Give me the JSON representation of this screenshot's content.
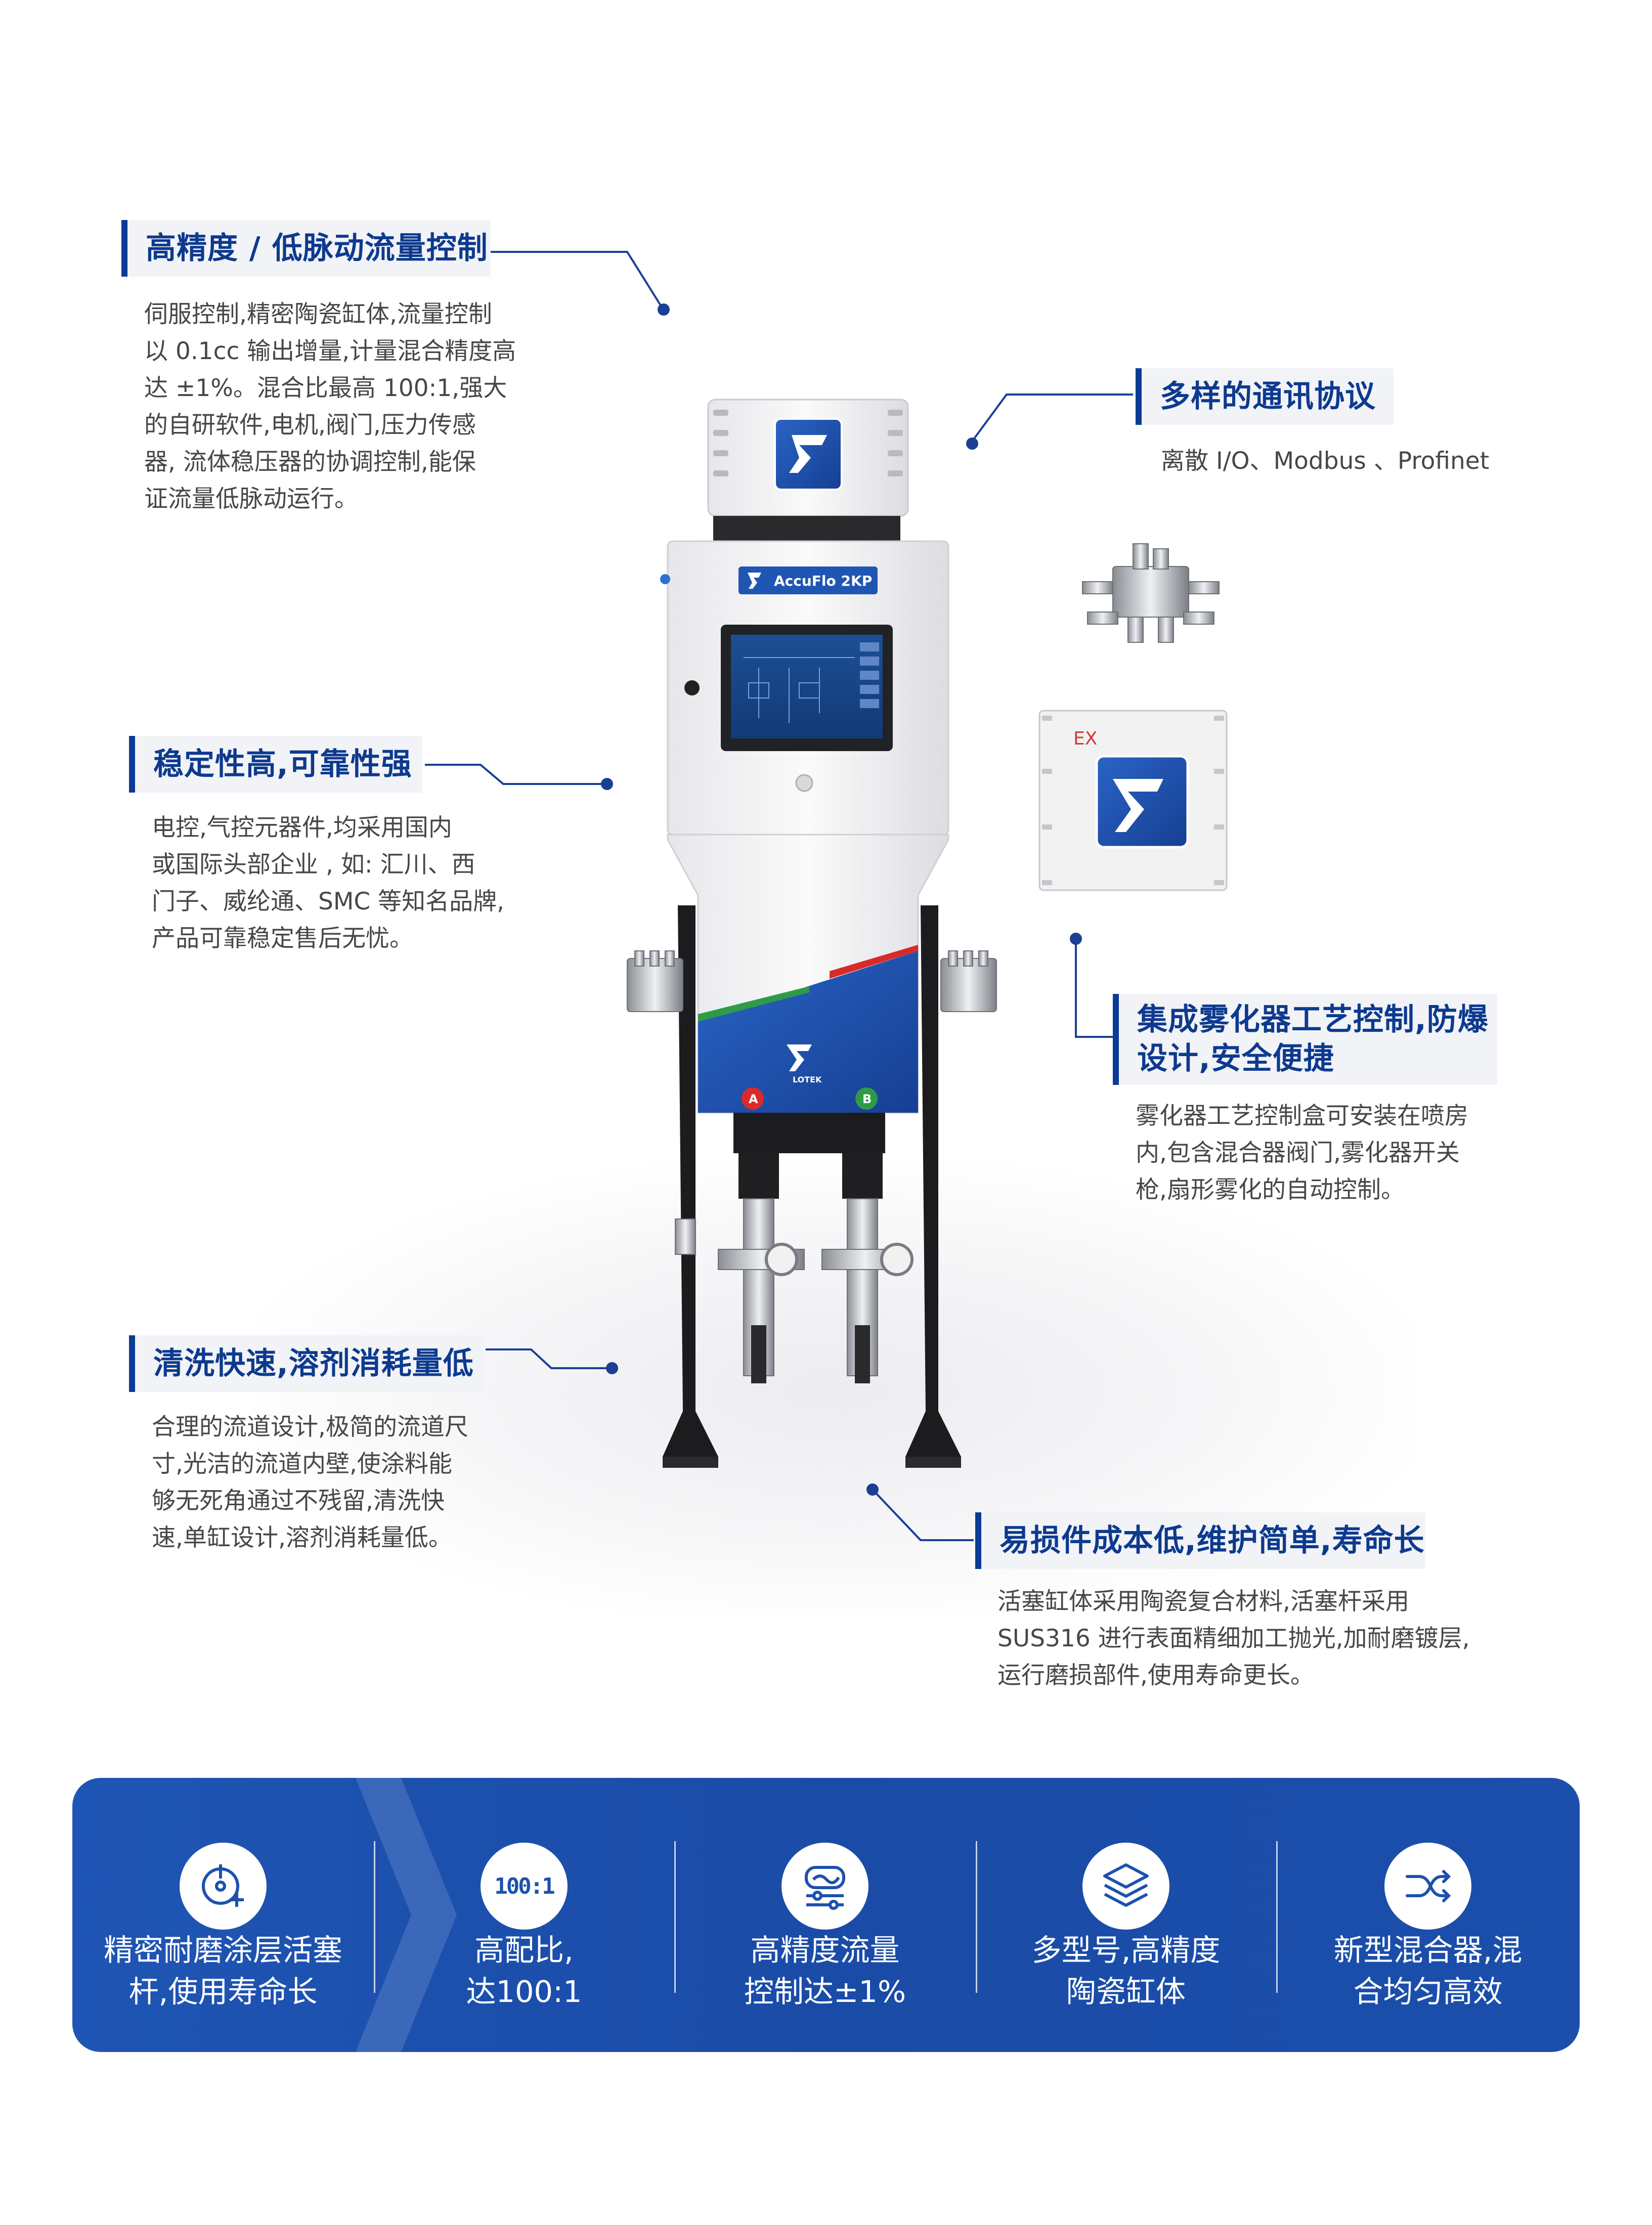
{
  "features": [
    {
      "id": "precision",
      "title": "高精度 / 低脉动流量控制",
      "lines": [
        "伺服控制,精密陶瓷缸体,流量控制",
        "以 0.1cc 输出增量,计量混合精度高",
        "达 ±1%。混合比最高 100:1,强大",
        "的自研软件,电机,阀门,压力传感",
        "器, 流体稳压器的协调控制,能保",
        "证流量低脉动运行。"
      ]
    },
    {
      "id": "protocol",
      "title": "多样的通讯协议",
      "lines": [
        "离散 I/O、Modbus 、Profinet"
      ]
    },
    {
      "id": "stability",
      "title": "稳定性高,可靠性强",
      "lines": [
        "电控,气控元器件,均采用国内",
        "或国际头部企业 , 如:  汇川、西",
        "门子、威纶通、SMC 等知名品牌,",
        "产品可靠稳定售后无忧。"
      ]
    },
    {
      "id": "atomizer",
      "title_lines": [
        "集成雾化器工艺控制,防爆",
        "设计,安全便捷"
      ],
      "lines": [
        "雾化器工艺控制盒可安装在喷房",
        "内,包含混合器阀门,雾化器开关",
        "枪,扇形雾化的自动控制。"
      ]
    },
    {
      "id": "cleaning",
      "title": "清洗快速,溶剂消耗量低",
      "lines": [
        "合理的流道设计,极简的流道尺",
        "寸,光洁的流道内壁,使涂料能",
        "够无死角通过不残留,清洗快",
        "速,单缸设计,溶剂消耗量低。"
      ]
    },
    {
      "id": "maintenance",
      "title": "易损件成本低,维护简单,寿命长",
      "lines": [
        "活塞缸体采用陶瓷复合材料,活塞杆采用",
        "SUS316 进行表面精细加工抛光,加耐磨镀层,",
        "运行磨损部件,使用寿命更长。"
      ]
    }
  ],
  "product": {
    "panel_label": "AccuFlo 2KP",
    "brand": "LOTEK",
    "port_a": "A",
    "port_b": "B",
    "ex_label": "EX"
  },
  "banner": [
    {
      "icon": "coated-rod-icon",
      "lines": [
        "精密耐磨涂层活塞",
        "杆,使用寿命长"
      ]
    },
    {
      "icon": "ratio-icon",
      "icon_text": "100:1",
      "lines": [
        "高配比,",
        "达100:1"
      ]
    },
    {
      "icon": "flow-control-icon",
      "lines": [
        "高精度流量",
        "控制达±1%"
      ]
    },
    {
      "icon": "layers-icon",
      "lines": [
        "多型号,高精度",
        "陶瓷缸体"
      ]
    },
    {
      "icon": "mixer-icon",
      "lines": [
        "新型混合器,混",
        "合均匀高效"
      ]
    }
  ],
  "colors": {
    "accent": "#0c3a94",
    "banner": "#1d51ae",
    "red": "#d92a2a",
    "green": "#2f9a47"
  }
}
